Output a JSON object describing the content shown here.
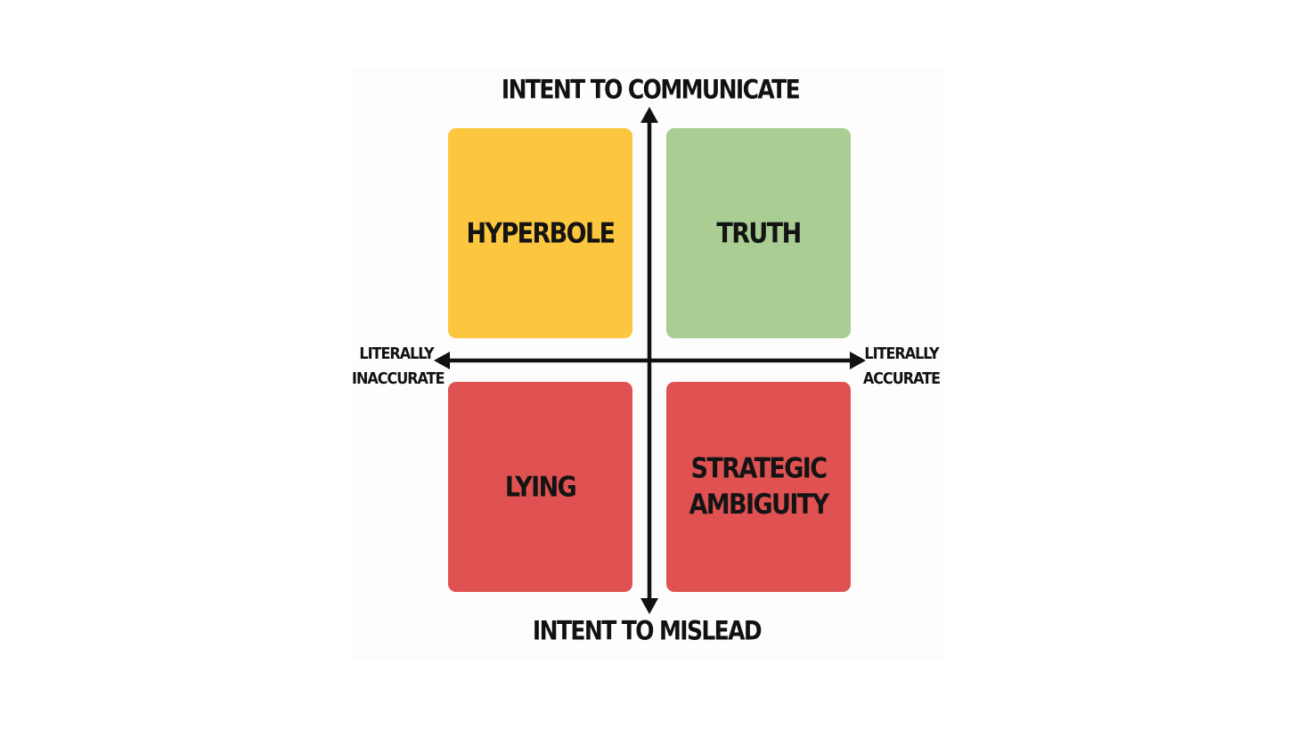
{
  "axes": {
    "top": "INTENT TO COMMUNICATE",
    "bottom": "INTENT TO MISLEAD",
    "left": "LITERALLY\nINACCURATE",
    "right": "LITERALLY\nACCURATE"
  },
  "quadrants": [
    {
      "position": "top-left",
      "label": "HYPERBOLE",
      "color": "#fcc63f"
    },
    {
      "position": "top-right",
      "label": "TRUTH",
      "color": "#a9cd93"
    },
    {
      "position": "bottom-left",
      "label": "LYING",
      "color": "#e05151"
    },
    {
      "position": "bottom-right",
      "label": "STRATEGIC\nAMBIGUITY",
      "color": "#e05151"
    }
  ],
  "colors": {
    "axis": "#111111",
    "background": "#fdfdfd"
  }
}
